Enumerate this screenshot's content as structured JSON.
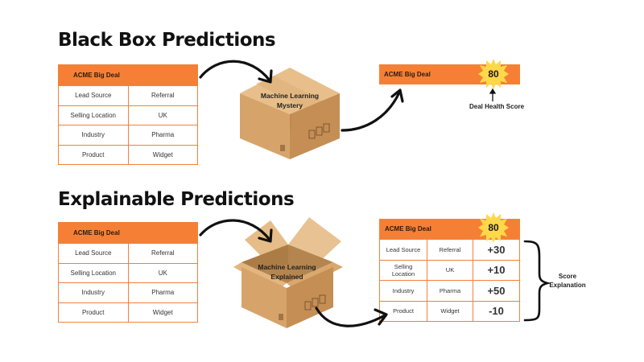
{
  "sections": {
    "black_box": {
      "title": "Black Box Predictions",
      "input_table": {
        "header": "ACME Big Deal",
        "rows": [
          {
            "feature": "Lead Source",
            "value": "Referral"
          },
          {
            "feature": "Selling Location",
            "value": "UK"
          },
          {
            "feature": "Industry",
            "value": "Pharma"
          },
          {
            "feature": "Product",
            "value": "Widget"
          }
        ]
      },
      "box_label_line1": "Machine Learning",
      "box_label_line2": "Mystery",
      "result": {
        "header": "ACME Big Deal",
        "score": "80",
        "caption": "Deal Health Score"
      }
    },
    "explainable": {
      "title": "Explainable Predictions",
      "input_table": {
        "header": "ACME Big Deal",
        "rows": [
          {
            "feature": "Lead Source",
            "value": "Referral"
          },
          {
            "feature": "Selling Location",
            "value": "UK"
          },
          {
            "feature": "Industry",
            "value": "Pharma"
          },
          {
            "feature": "Product",
            "value": "Widget"
          }
        ]
      },
      "box_label_line1": "Machine Learning",
      "box_label_line2": "Explained",
      "result": {
        "header": "ACME Big Deal",
        "score": "80",
        "rows": [
          {
            "feature": "Lead Source",
            "value": "Referral",
            "contribution": "+30",
            "sign": "positive"
          },
          {
            "feature_line1": "Selling",
            "feature_line2": "Location",
            "value": "UK",
            "contribution": "+10",
            "sign": "positive"
          },
          {
            "feature": "Industry",
            "value": "Pharma",
            "contribution": "+50",
            "sign": "positive"
          },
          {
            "feature": "Product",
            "value": "Widget",
            "contribution": "-10",
            "sign": "negative"
          }
        ],
        "caption_line1": "Score",
        "caption_line2": "Explanation"
      }
    }
  },
  "colors": {
    "accent_orange": "#f58035",
    "badge_yellow": "#ffd84a",
    "positive_green": "#22a36a",
    "negative_red": "#d83a3a",
    "box_cardboard": "#d9a56b"
  }
}
